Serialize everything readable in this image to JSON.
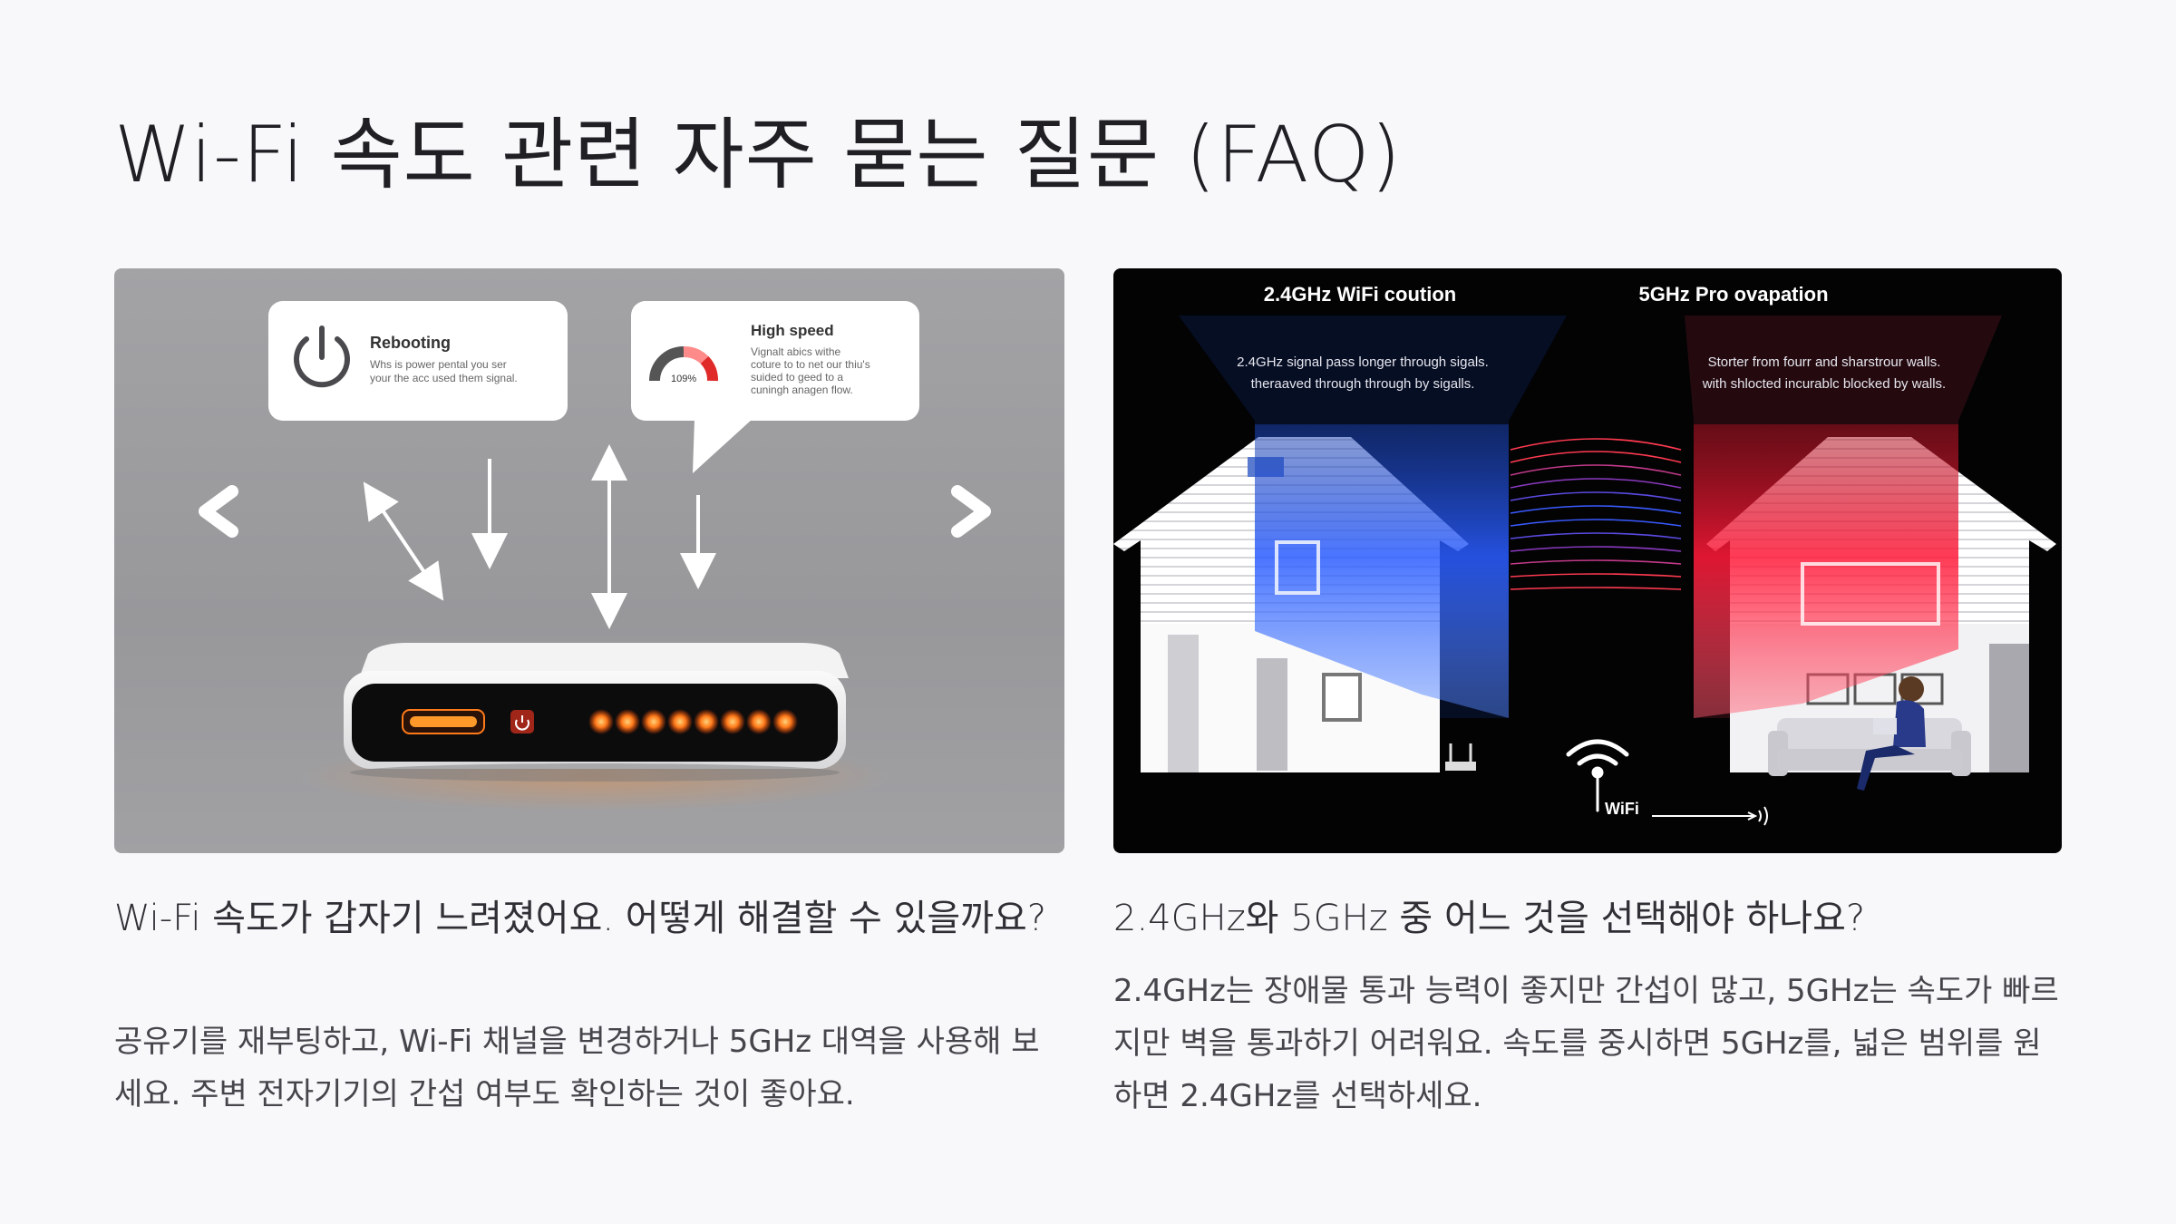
{
  "page": {
    "title": "Wi-Fi 속도 관련 자주 묻는 질문 (FAQ)"
  },
  "left_panel": {
    "card_rebooting": {
      "title": "Rebooting",
      "line1": "Whs is power pental you ser",
      "line2": "your the acc used them signal."
    },
    "card_speed": {
      "title": "High speed",
      "gauge_label": "109%",
      "line1": "Vignalt abics withe",
      "line2": "coture to to net our thiu's",
      "line3": "suided to geed to a",
      "line4": "cuningh anagen flow."
    },
    "faq": {
      "question": "Wi-Fi 속도가 갑자기 느려졌어요. 어떻게 해결할 수 있을까요?",
      "answer": "공유기를 재부팅하고, Wi-Fi 채널을 변경하거나 5GHz 대역을 사용해 보세요. 주변 전자기기의 간섭 여부도 확인하는 것이 좋아요."
    }
  },
  "right_panel": {
    "header_left": "2.4GHz WiFi coution",
    "header_right": "5GHz Pro ovapation",
    "desc_left_1": "2.4GHz signal pass longer through sigals.",
    "desc_left_2": "theraaved through through by sigalls.",
    "desc_right_1": "Storter from fourr and sharstrour walls.",
    "desc_right_2": "with shlocted incurablc blocked by walls.",
    "wifi_label": "WiFi",
    "faq": {
      "question": "2.4GHz와 5GHz 중 어느 것을 선택해야 하나요?",
      "answer": "2.4GHz는 장애물 통과 능력이 좋지만 간섭이 많고, 5GHz는 속도가 빠르지만 벽을 통과하기 어려워요. 속도를 중시하면 5GHz를, 넓은 범위를 원하면 2.4GHz를 선택하세요."
    }
  },
  "colors": {
    "band_24": "#2f6bff",
    "band_5": "#ff2a4a",
    "router_led": "#ff7a1a"
  }
}
